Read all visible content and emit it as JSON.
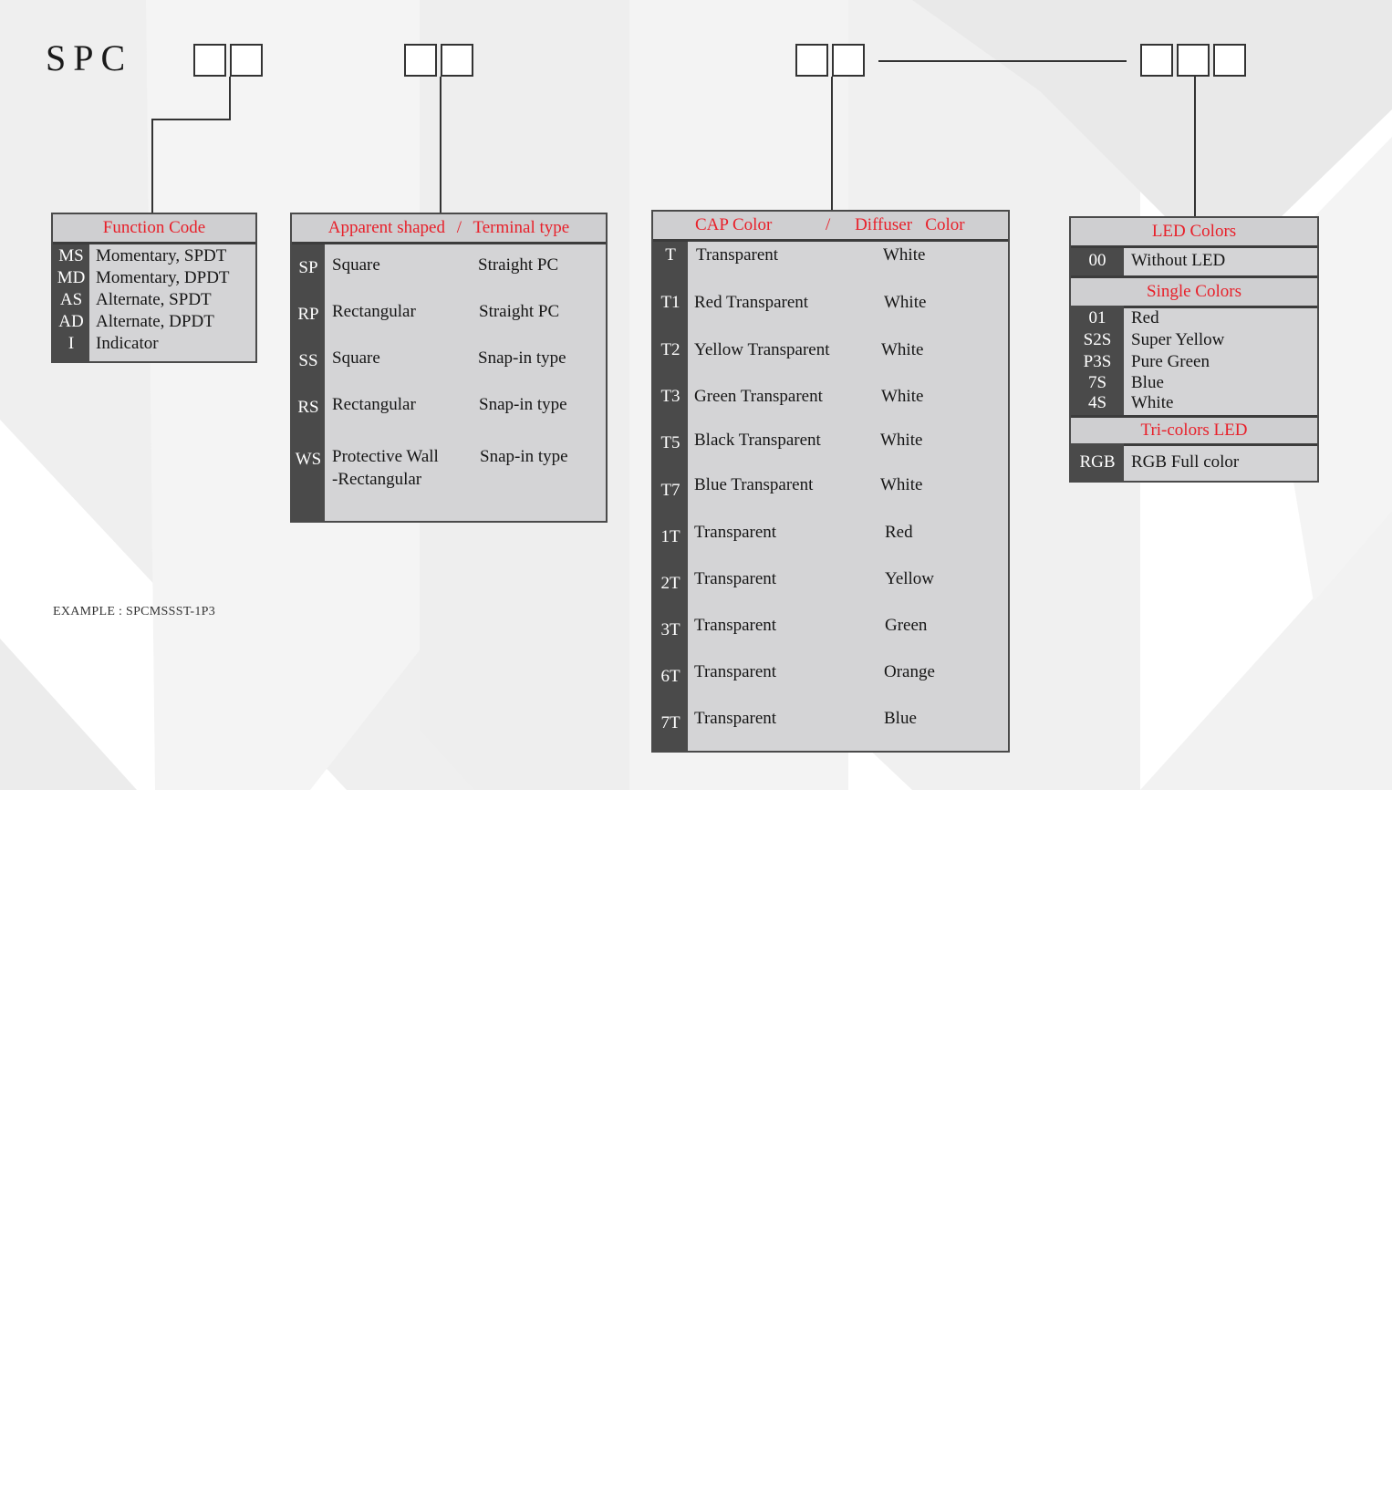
{
  "prefix": "SPC",
  "example": "EXAMPLE : SPCMSSST-1P3",
  "function_code": {
    "header": "Function Code",
    "rows": [
      {
        "code": "MS",
        "desc": "Momentary, SPDT"
      },
      {
        "code": "MD",
        "desc": "Momentary, DPDT"
      },
      {
        "code": "AS",
        "desc": "Alternate, SPDT"
      },
      {
        "code": "AD",
        "desc": "Alternate, DPDT"
      },
      {
        "code": "I",
        "desc": "Indicator"
      }
    ]
  },
  "shape_terminal": {
    "header_left": "Apparent shaped",
    "header_sep": "/",
    "header_right": "Terminal type",
    "rows": [
      {
        "code": "SP",
        "shape": "Square",
        "shape2": "",
        "terminal": "Straight PC"
      },
      {
        "code": "RP",
        "shape": "Rectangular",
        "shape2": "",
        "terminal": "Straight PC"
      },
      {
        "code": "SS",
        "shape": "Square",
        "shape2": "",
        "terminal": "Snap-in type"
      },
      {
        "code": "RS",
        "shape": "Rectangular",
        "shape2": "",
        "terminal": "Snap-in type"
      },
      {
        "code": "WS",
        "shape": "Protective Wall",
        "shape2": "-Rectangular",
        "terminal": "Snap-in type"
      }
    ]
  },
  "cap_color": {
    "header_left": "CAP Color",
    "header_sep": "/",
    "header_right": "Diffuser   Color",
    "rows": [
      {
        "code": "T",
        "cap": "Transparent",
        "diffuser": "White"
      },
      {
        "code": "T1",
        "cap": "Red Transparent",
        "diffuser": "White"
      },
      {
        "code": "T2",
        "cap": "Yellow Transparent",
        "diffuser": "White"
      },
      {
        "code": "T3",
        "cap": "Green Transparent",
        "diffuser": "White"
      },
      {
        "code": "T5",
        "cap": "Black Transparent",
        "diffuser": "White"
      },
      {
        "code": "T7",
        "cap": "Blue Transparent",
        "diffuser": "White"
      },
      {
        "code": "1T",
        "cap": "Transparent",
        "diffuser": "Red"
      },
      {
        "code": "2T",
        "cap": "Transparent",
        "diffuser": "Yellow"
      },
      {
        "code": "3T",
        "cap": "Transparent",
        "diffuser": "Green"
      },
      {
        "code": "6T",
        "cap": "Transparent",
        "diffuser": "Orange"
      },
      {
        "code": "7T",
        "cap": "Transparent",
        "diffuser": "Blue"
      }
    ]
  },
  "led_colors": {
    "header": "LED Colors",
    "none_row": {
      "code": "00",
      "desc": "Without LED"
    },
    "single_header": "Single Colors",
    "single_rows": [
      {
        "code": "01",
        "desc": "Red"
      },
      {
        "code": "S2S",
        "desc": "Super Yellow"
      },
      {
        "code": "P3S",
        "desc": "Pure Green"
      },
      {
        "code": "7S",
        "desc": "Blue"
      },
      {
        "code": "4S",
        "desc": "White"
      }
    ],
    "tri_header": "Tri-colors LED",
    "tri_row": {
      "code": "RGB",
      "desc": "RGB Full color"
    }
  },
  "colors": {
    "header_red": "#e8202a",
    "code_column": "#4a4a4a",
    "table_fill": "#d4d4d6"
  }
}
